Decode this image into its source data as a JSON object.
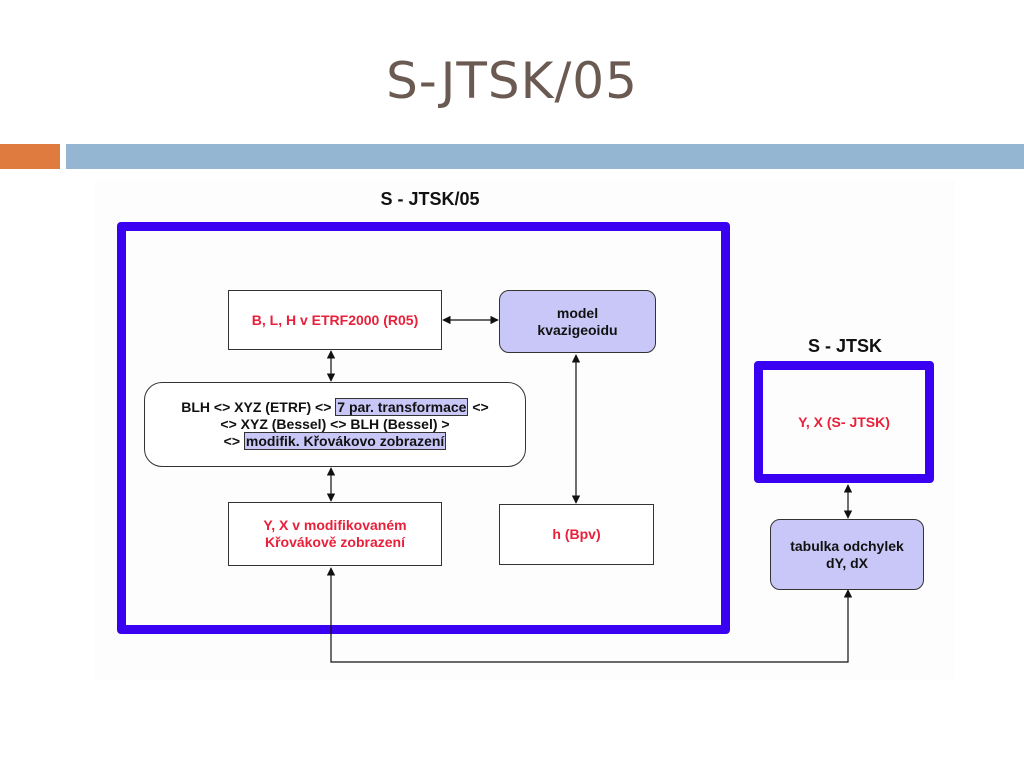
{
  "slide": {
    "title": "S-JTSK/05"
  },
  "diagram": {
    "left_frame_label": "S - JTSK/05",
    "right_frame_label": "S - JTSK",
    "boxes": {
      "blh_etrf": "B, L, H v ETRF2000 (R05)",
      "model_kvazigeoidu": [
        "model",
        "kvazigeoidu"
      ],
      "transform_chain": {
        "line1_prefix": "BLH <> XYZ (ETRF) <> ",
        "line1_highlight": "7 par. transformace",
        "line1_suffix": " <>",
        "line2": "<> XYZ (Bessel) <> BLH (Bessel) >",
        "line3_prefix": "<> ",
        "line3_highlight": "modifik. Křovákovo zobrazení"
      },
      "yx_modified": [
        "Y, X v modifikovaném",
        "Křovákově zobrazení"
      ],
      "h_bpv": "h (Bpv)",
      "yx_sjtsk": "Y, X (S- JTSK)",
      "tabulka_odchylek": [
        "tabulka odchylek",
        "dY, dX"
      ]
    },
    "colors": {
      "frame": "#3a00f2",
      "highlight_fill": "#c9c7f7",
      "red_text": "#e8203a",
      "title_text": "#6b5a52",
      "accent_orange": "#e07b3f",
      "accent_blue": "#94b6d2"
    }
  }
}
